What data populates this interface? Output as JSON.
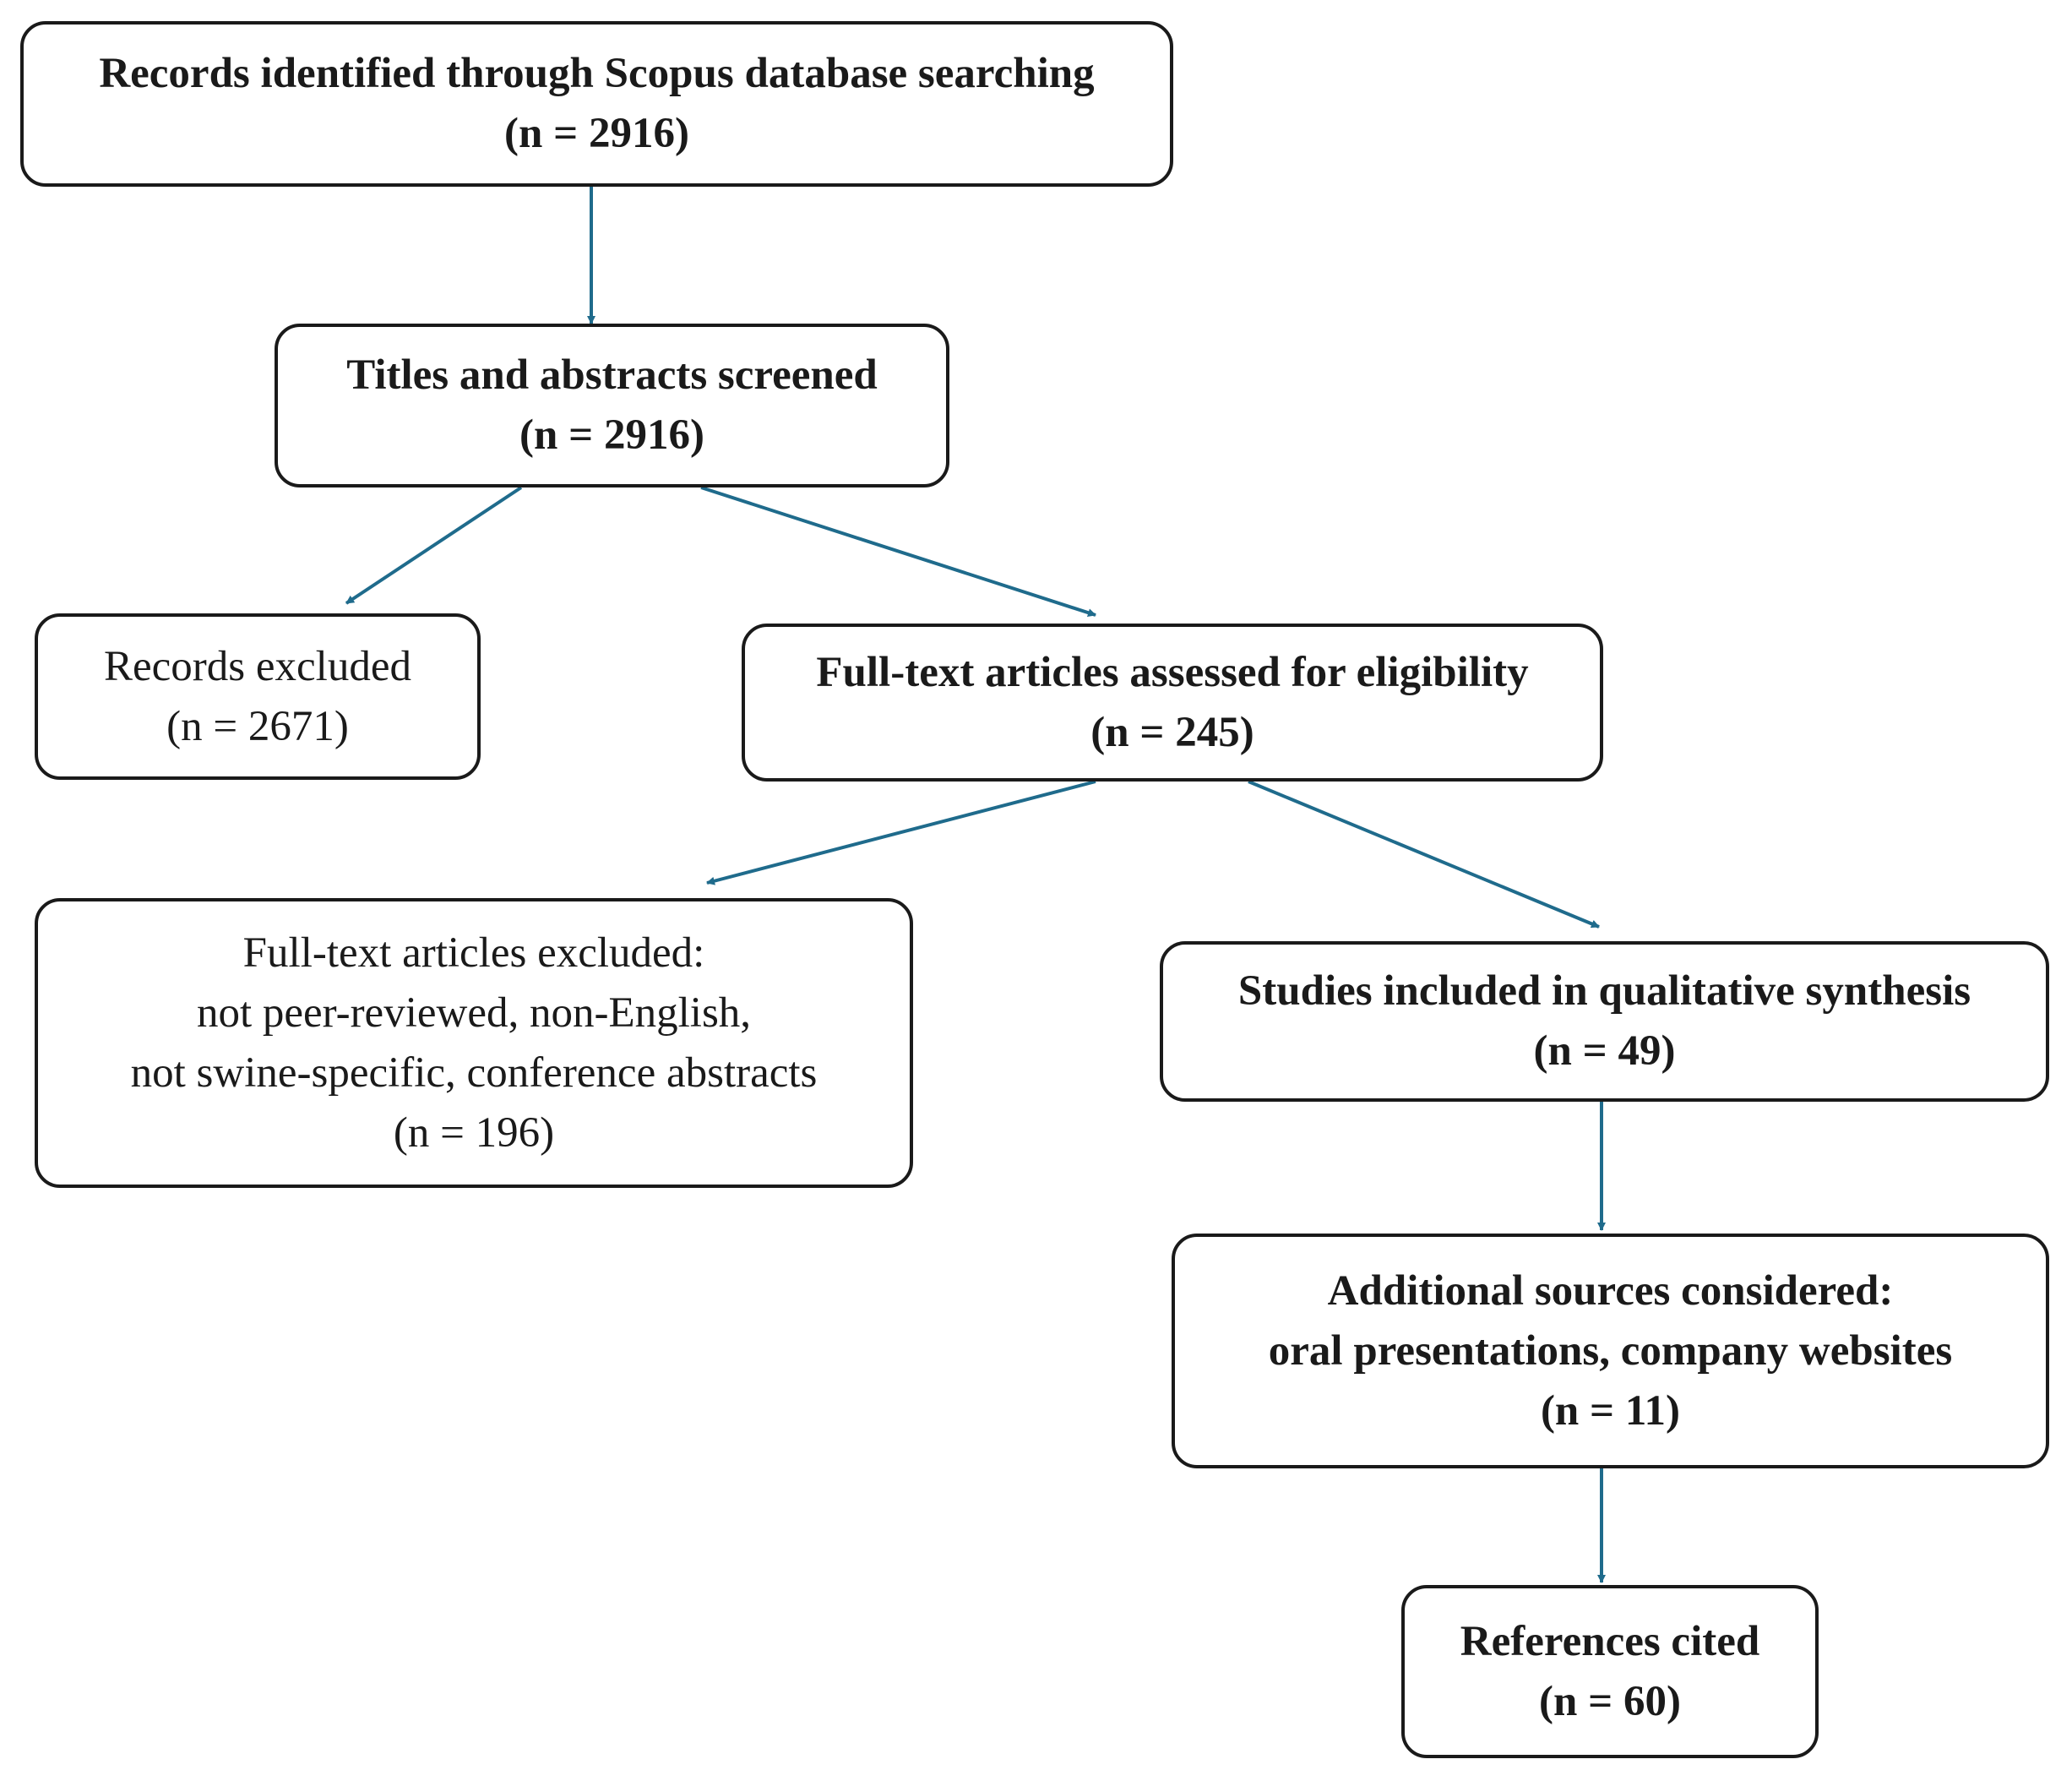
{
  "boxes": {
    "identified": {
      "title": "Records identified through Scopus database searching",
      "count": "(n = 2916)"
    },
    "screened": {
      "title": "Titles and abstracts screened",
      "count": "(n = 2916)"
    },
    "excluded_records": {
      "title": "Records excluded",
      "count": "(n = 2671)"
    },
    "fulltext": {
      "title": "Full-text articles assessed for eligibility",
      "count": "(n = 245)"
    },
    "fulltext_excluded": {
      "title": "Full-text articles excluded:",
      "line2": "not peer-reviewed, non-English,",
      "line3": "not swine-specific, conference abstracts",
      "count": "(n = 196)"
    },
    "included": {
      "title": "Studies included in qualitative synthesis",
      "count": "(n = 49)"
    },
    "additional": {
      "title": "Additional sources considered:",
      "line2": "oral presentations, company websites",
      "count": "(n = 11)"
    },
    "references": {
      "title": "References cited",
      "count": "(n = 60)"
    }
  },
  "colors": {
    "arrow": "#1f6b8c",
    "border": "#1a1a1a"
  }
}
